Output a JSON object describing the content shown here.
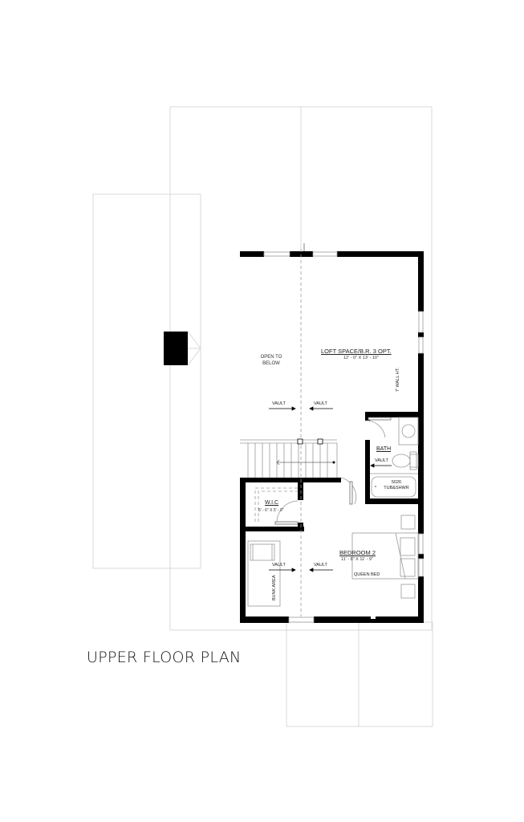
{
  "plan": {
    "title": "UPPER FLOOR PLAN",
    "rooms": {
      "open_to_below": {
        "line1": "OPEN TO",
        "line2": "BELOW"
      },
      "loft": {
        "name": "LOFT SPACE/B.R. 3 OPT.",
        "dims": "12' - 0\" X 13' - 10\""
      },
      "bath": {
        "name": "BATH",
        "tub": "5026",
        "tub2": "TUB&SHWR"
      },
      "wic": {
        "name": "W.I.C",
        "dims": "5' - 6\" X 5' - 0\""
      },
      "bedroom2": {
        "name": "BEDROOM 2",
        "dims": "11' - 8\" X 11' - 9\"",
        "bed": "QUEEN BED"
      },
      "bunk": {
        "name": "BUNK AREA"
      }
    },
    "annotations": {
      "vault": "VAULT",
      "wall_height": "7' WALL HT."
    }
  }
}
